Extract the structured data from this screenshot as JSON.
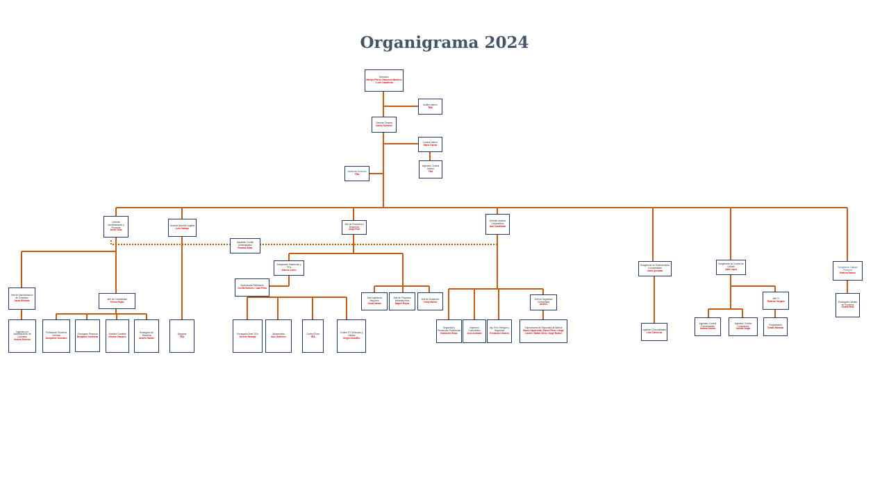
{
  "title": "Organigrama 2024",
  "colors": {
    "line": "#c55a11",
    "border": "#1f3864",
    "title": "#44546a",
    "name": "#e00000"
  },
  "nodes": {
    "directorio": {
      "title": "Directorio",
      "name": "Marilyn Flores / Mauricio Martínez / Luis Castañeda"
    },
    "auditor_interno": {
      "title": "Auditor Interno",
      "name": "TBA"
    },
    "gerente_general": {
      "title": "Gerente General",
      "name": "Carlos Sánchez"
    },
    "control_interno": {
      "title": "Control Interno",
      "name": "Mario García"
    },
    "ingeniero_control_interno": {
      "title": "Ingeniero Control Interno",
      "name": "TBA"
    },
    "asistente_gerencia": {
      "title": "Asistente Gerencia",
      "name": "TBA"
    },
    "gerente_admin_finanzas": {
      "title": "Gerente Administración y Finanzas",
      "name": "Javier Soto"
    },
    "gerente_legal": {
      "title": "Gerente Asuntos Legales",
      "name": "Luis Gallego"
    },
    "jefe_proyectos": {
      "title": "Jefe de Proyectos y Desarrollo",
      "name": "Jorge Ruiz"
    },
    "gerente_corporativo": {
      "title": "Gerente Asuntos Corporativos",
      "name": "Ana Castañeda"
    },
    "asistente_comite": {
      "title": "Asistente Comité Administrativo",
      "name": "Romina Salas"
    },
    "subgerente_soterramiento": {
      "title": "Subgerente de Soterramiento Comunidades",
      "name": "Carla Quezada"
    },
    "subgerente_control_calidad": {
      "title": "Subgerente de Control de Calidad",
      "name": "Julia López"
    },
    "subgerente_calidad_procesos": {
      "title": "Subgerente Calidad Procesos",
      "name": "Patricia Ramos"
    },
    "subgerente_patrimonio_tics": {
      "title": "Subgerente Patrimonio y TICs",
      "name": "Alberto Loero"
    },
    "supervisora_patrimonio": {
      "title": "Supervisora Patrimonio",
      "name": "Cecilia Romero / Juan Peña"
    },
    "jefe_admin_contratos": {
      "title": "Jefe de Administración de Contratos",
      "name": "Laura Miranda"
    },
    "jefe_contabilidad": {
      "title": "Jefe de Contabilidad",
      "name": "Teresa Rojas"
    },
    "jefe_ingenieria_negocios": {
      "title": "Jefe Ingeniería Negocios",
      "name": "Oscar Navas"
    },
    "jefe_proyectos_infra": {
      "title": "Jefe de Proyectos Infraestructura",
      "name": "Miguel Reyes"
    },
    "jefe_desarrollo": {
      "title": "Jefe de Desarrollo",
      "name": "Cristy Muñoz"
    },
    "jefe_seguridad": {
      "title": "Jefe de Seguridad Comunitaria",
      "name": "Andrés"
    },
    "jefe_ti": {
      "title": "Jefe TI",
      "name": "Roberto Vergara"
    },
    "ing_admin_contratos": {
      "title": "Ingeniero en Administración de Contratos",
      "name": "Andrés Moreno"
    },
    "profesional_tesoreria": {
      "title": "Profesional Tesorería Cuentas",
      "name": "Jacqueline González"
    },
    "encargado_personal": {
      "title": "Encargado Personal",
      "name": "Benjamín Contreras"
    },
    "analista_contable": {
      "title": "Analista Contable",
      "name": "Nicolás Vásquez"
    },
    "encargado_tesoreria": {
      "title": "Encargado de Tesorería",
      "name": "Andrés Ibañez"
    },
    "abogado": {
      "title": "Abogado",
      "name": "TBA"
    },
    "encargado_tics": {
      "title": "Encargado Área TICs",
      "name": "Vicente Naranjo"
    },
    "almacenista": {
      "title": "Almacenista",
      "name": "Alex Gutiérrez"
    },
    "control_flota": {
      "title": "Control Flota",
      "name": "TBA"
    },
    "control_ot": {
      "title": "Control OT Vehículos y Calidad",
      "name": "Sergio Astudillo"
    },
    "seguridad_prevencion": {
      "title": "Seguridad y Prevención Patrimonial",
      "name": "Humberto Rivas"
    },
    "ingeniero_comunitario": {
      "title": "Ingeniero Comunitario",
      "name": "José Andrade"
    },
    "ing_prevencion": {
      "title": "Ing. Prev. Riesgos y Seguridad",
      "name": "Fernando Olivares"
    },
    "supervisores_seguridad": {
      "title": "Supervisores de Seguridad de Barrios",
      "name": "Marco Sepúlveda / Daniel Pérez / Hugo Castro / Rafael Silva / Jorge Muñoz"
    },
    "ingeniero_comunidades": {
      "title": "Ingeniero Comunidades",
      "name": "Luis Contreras"
    },
    "ingeniero_control_comunidades": {
      "title": "Ingeniero Control Comunidades",
      "name": "Andrea Alonso"
    },
    "ingeniero_control_comisiones": {
      "title": "Ingeniero Control Comisiones",
      "name": "Juliette Angel"
    },
    "programador": {
      "title": "Programador",
      "name": "Tomás Miranda"
    },
    "encargado_calidad": {
      "title": "Encargado Calidad de Procesos",
      "name": "Cecilia Ruiz"
    }
  }
}
